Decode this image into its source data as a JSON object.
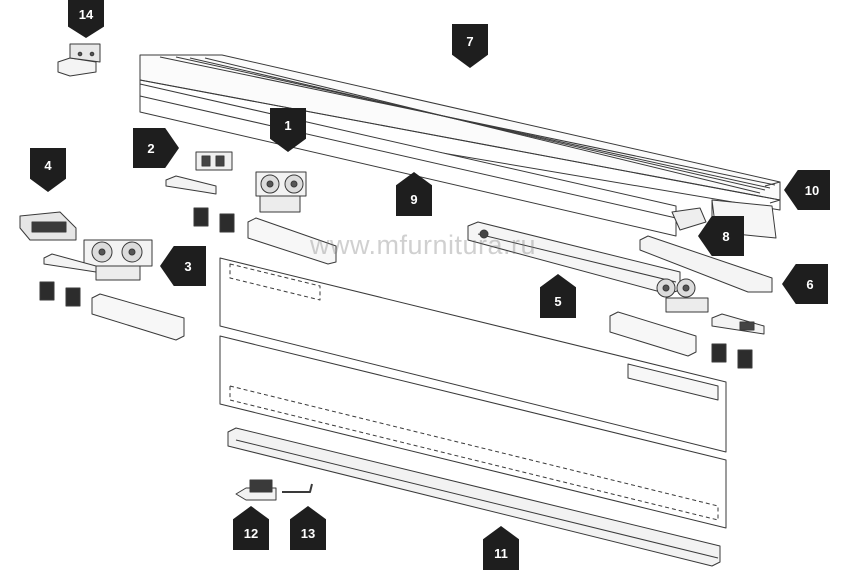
{
  "watermark": "www.mfurnitura.ru",
  "callouts": {
    "c1": "1",
    "c2": "2",
    "c3": "3",
    "c4": "4",
    "c5": "5",
    "c6": "6",
    "c7": "7",
    "c8": "8",
    "c9": "9",
    "c10": "10",
    "c11": "11",
    "c12": "12",
    "c13": "13",
    "c14": "14"
  },
  "colors": {
    "line": "#3a3a3a",
    "callout_bg": "#1e1e1e",
    "callout_text": "#ffffff"
  }
}
